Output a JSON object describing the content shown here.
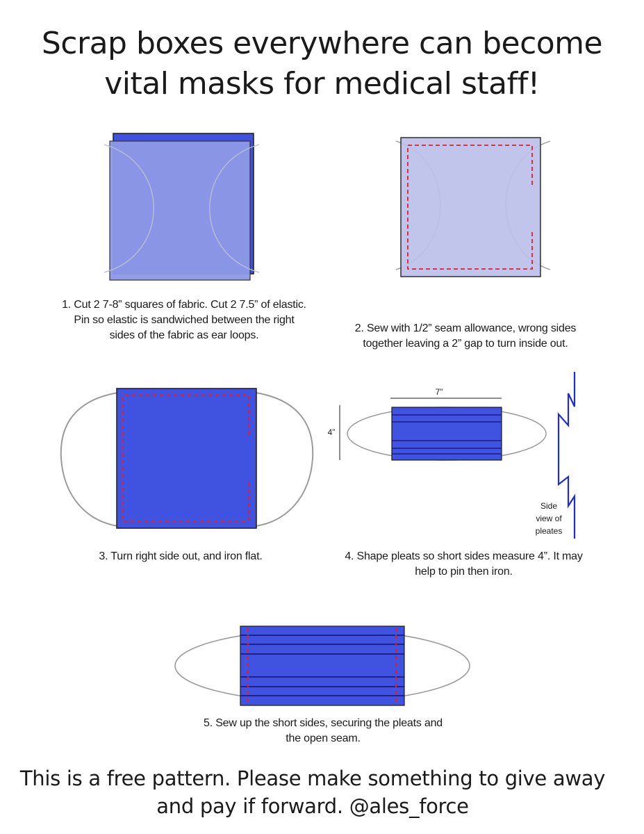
{
  "title": {
    "line1": "Scrap boxes everywhere can become",
    "line2": "vital masks for medical staff!"
  },
  "steps": [
    {
      "lines": [
        "1. Cut 2 7-8” squares of fabric. Cut 2 7.5” of elastic.",
        "Pin so elastic is sandwiched between the right",
        "sides of the fabric as ear loops."
      ]
    },
    {
      "lines": [
        "2. Sew with 1/2” seam allowance, wrong sides",
        "together leaving a 2” gap to turn inside out."
      ]
    },
    {
      "lines": [
        "3. Turn right side out, and iron flat."
      ]
    },
    {
      "lines": [
        "4. Shape pleats so short sides measure 4”. It may",
        "help to pin then iron."
      ]
    },
    {
      "lines": [
        "5. Sew up the short sides, securing the pleats and",
        "the open seam."
      ]
    }
  ],
  "dimensions": {
    "width_label": "7”",
    "height_label": "4”"
  },
  "side_view_label": [
    "Side",
    "view of",
    "pleates"
  ],
  "footer": {
    "line1": "This is a free pattern. Please make something to give away",
    "line2": "and pay if forward. @ales_force"
  },
  "colors": {
    "fabric_back": "#3f51e0",
    "fabric_front": "#8f98e6",
    "fabric_light": "#bcc1ea",
    "fabric_dark": "#4052e0",
    "stitch": "#e0202a",
    "elastic": "#9a9a9a",
    "pleat_line": "#1a1a80"
  }
}
